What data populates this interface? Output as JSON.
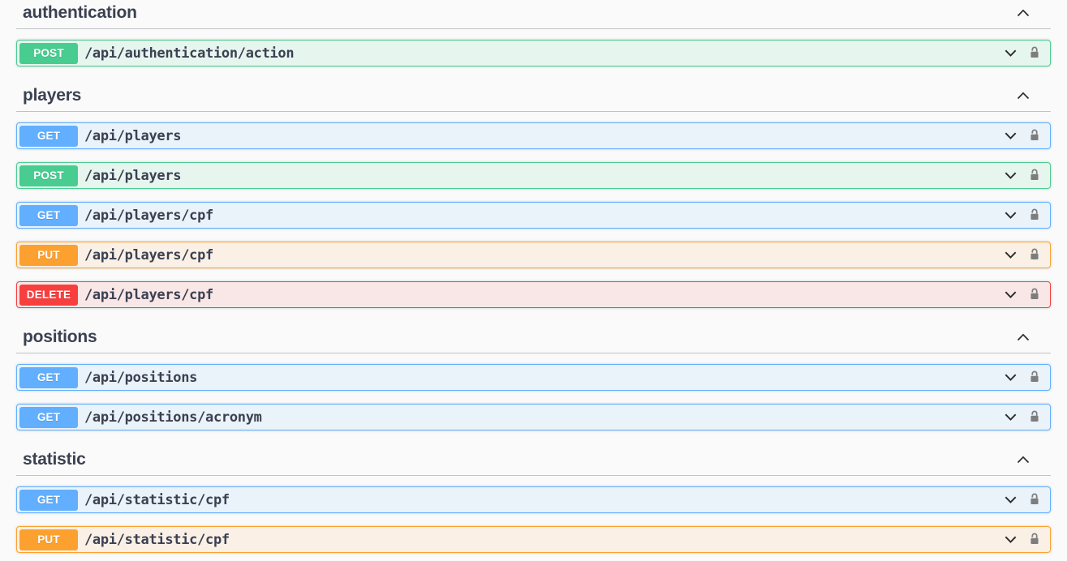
{
  "colors": {
    "page_background": "#fafafa",
    "heading_text": "#3b4151",
    "path_text": "#3b4151",
    "divider": "rgba(59,65,81,0.3)",
    "method_get": "#61affe",
    "method_post": "#49cc90",
    "method_put": "#fca130",
    "method_delete": "#f93e3e",
    "lock_icon": "#7d7d7d",
    "chevron_icon": "#2b2b2b"
  },
  "icons": {
    "section_toggle": "chevron-up",
    "row_toggle": "chevron-down",
    "authorization": "unlocked-padlock"
  },
  "sections": [
    {
      "tag": "authentication",
      "expanded": true,
      "endpoints": [
        {
          "method": "POST",
          "path": "/api/authentication/action"
        }
      ]
    },
    {
      "tag": "players",
      "expanded": true,
      "endpoints": [
        {
          "method": "GET",
          "path": "/api/players"
        },
        {
          "method": "POST",
          "path": "/api/players"
        },
        {
          "method": "GET",
          "path": "/api/players/cpf"
        },
        {
          "method": "PUT",
          "path": "/api/players/cpf"
        },
        {
          "method": "DELETE",
          "path": "/api/players/cpf"
        }
      ]
    },
    {
      "tag": "positions",
      "expanded": true,
      "endpoints": [
        {
          "method": "GET",
          "path": "/api/positions"
        },
        {
          "method": "GET",
          "path": "/api/positions/acronym"
        }
      ]
    },
    {
      "tag": "statistic",
      "expanded": true,
      "endpoints": [
        {
          "method": "GET",
          "path": "/api/statistic/cpf"
        },
        {
          "method": "PUT",
          "path": "/api/statistic/cpf"
        }
      ]
    }
  ]
}
